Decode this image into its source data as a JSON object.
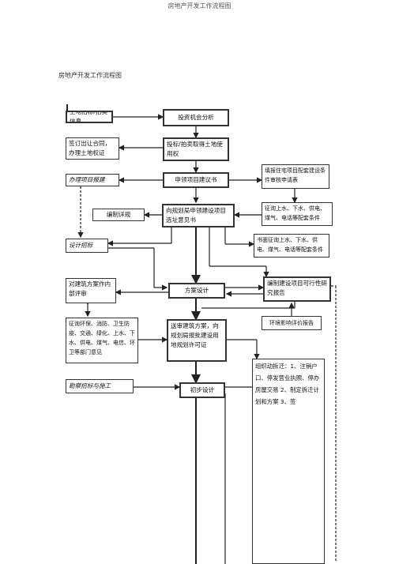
{
  "header": {
    "page_header": "房地产开发工作流程图",
    "doc_title": "房地产开发工作流程图"
  },
  "nodes": {
    "land_bid": "土地招标/拍卖信息",
    "invest_analysis": "投资机会分析",
    "sign_contract": "签订出让合同，办理土地权证",
    "bid_land_use": "投标/拍卖取得土地使用权",
    "project_filing": "办理项目报建",
    "apply_proposal": "申领项目建议书",
    "apply_facility": "填报住宅项目配套建设条件审核申请表",
    "compile_plan": "编制详规",
    "planning_site": "向规划局申领建设项目选址意见书",
    "facility_consult": "征询上水、下水、供电、煤气、电话等配套条件",
    "design_tender": "设计招标",
    "written_facility": "书面征询上水、下水、供电、煤气、电话等配套条件",
    "review_scheme": "对建筑方案作内部评审",
    "scheme_design": "方案设计",
    "feasibility": "编制建设项目可行性研究报告",
    "consult_depts": "征询环保、消防、卫生防疫、交通、绿化、上水、下水、供电、煤气、电信、环卫等部门意见",
    "submit_scheme": "送审建筑方案，向规划局报批建设用地规划许可证",
    "env_impact": "环境影响评价报告",
    "demolition": "组织动拆迁：1、注销户口、停发营业执照、停办房屋交易 2、制定拆迁计划和方案 3、签",
    "survey": "勘察招标与施工",
    "prelim_design": "初步设计"
  }
}
